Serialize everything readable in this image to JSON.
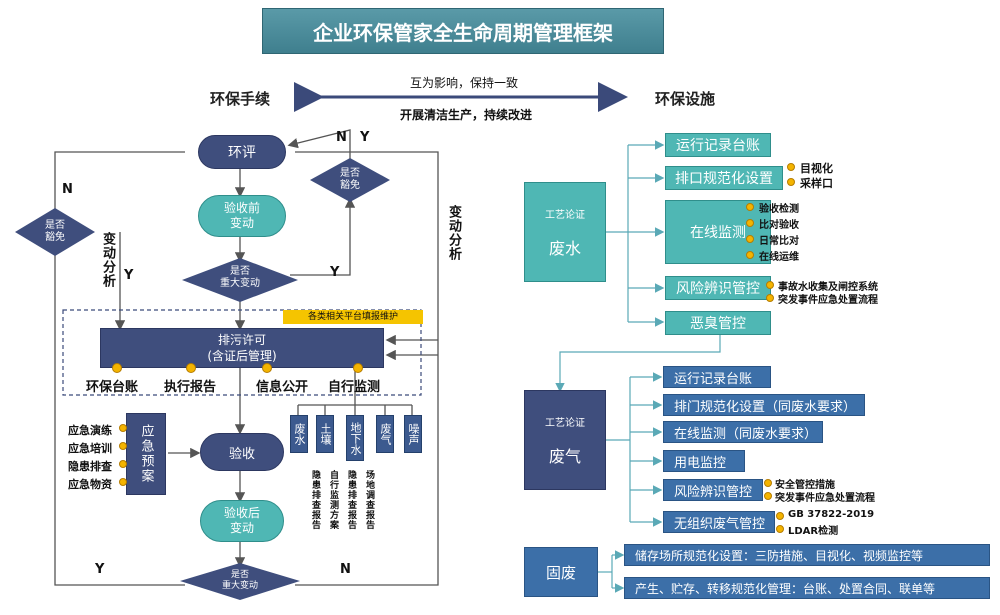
{
  "title": "企业环保管家全生命周期管理框架",
  "left_title": "环保手续",
  "right_title": "环保设施",
  "center_top": "互为影响，保持一致",
  "center_bottom": "开展清洁生产，持续改进",
  "flow": {
    "eia": "环评",
    "pre_accept_change": "验收前\n变动",
    "major_change_q": "是否\n重大变动",
    "exempt_q": "是否\n豁免",
    "is_exempt_q_left": "是否\n豁免",
    "permit": "排污许可\n(含证后管理)",
    "accept": "验收",
    "post_accept_change": "验收后\n变动",
    "major_change_q2": "是否\n重大变动",
    "n": "N",
    "y": "Y",
    "change_analysis": "变动分析",
    "change_analysis_left": "变动分析",
    "platform_label": "各类相关平台填报维护"
  },
  "permit_items": [
    "环保台账",
    "执行报告",
    "信息公开",
    "自行监测"
  ],
  "emergency": {
    "box": "应急预案",
    "items": [
      "应急演练",
      "应急培训",
      "隐患排查",
      "应急物资"
    ]
  },
  "pollutants": [
    "废水",
    "土壤",
    "地下水",
    "废气",
    "噪声"
  ],
  "reports": [
    "隐患排查报告",
    "自行监测方案",
    "隐患排查报告",
    "场地调查报告"
  ],
  "wastewater": {
    "label_top": "工艺论证",
    "label": "废水",
    "items": [
      "运行记录台账",
      "排口规范化设置",
      "在线监测",
      "风险辨识管控",
      "恶臭管控"
    ],
    "outlet_notes": [
      "目视化",
      "采样口"
    ],
    "online_notes": [
      "验收检测",
      "比对验收",
      "日常比对",
      "在线运维"
    ],
    "risk_notes": [
      "事故水收集及闸控系统",
      "突发事件应急处置流程"
    ]
  },
  "waste_gas": {
    "label_top": "工艺论证",
    "label": "废气",
    "items": [
      "运行记录台账",
      "排门规范化设置（同废水要求）",
      "在线监测（同废水要求）",
      "用电监控",
      "风险辨识管控",
      "无组织废气管控"
    ],
    "risk_notes": [
      "安全管控措施",
      "突发事件应急处置流程"
    ],
    "fugitive_notes": [
      "GB 37822-2019",
      "LDAR检测"
    ]
  },
  "solid_waste": {
    "label": "固废",
    "items": [
      "储存场所规范化设置：三防措施、目视化、视频监控等",
      "产生、贮存、转移规范化管理：台账、处置合同、联单等"
    ]
  }
}
